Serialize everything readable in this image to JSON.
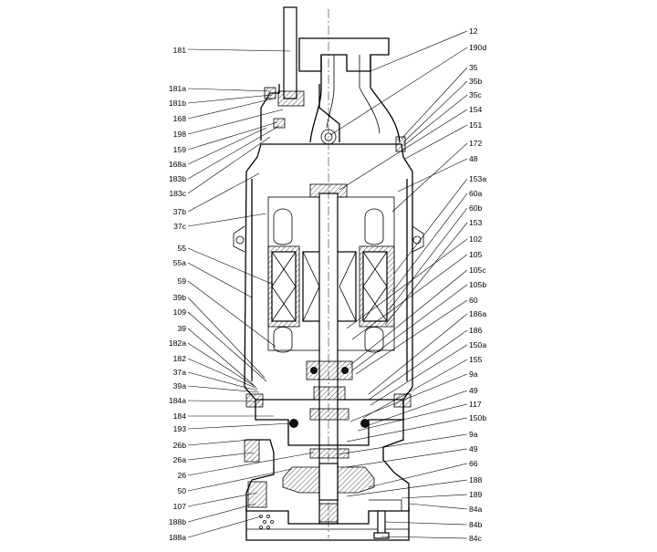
{
  "labels_left": [
    "181",
    "181a",
    "181b",
    "168",
    "198",
    "159",
    "168a",
    "183b",
    "183c",
    "37b",
    "37c",
    "55",
    "55a",
    "59",
    "39b",
    "109",
    "39",
    "182a",
    "182",
    "37a",
    "39a",
    "184a",
    "184",
    "193",
    "26b",
    "26a",
    "26",
    "50",
    "107",
    "188b",
    "188a"
  ],
  "labels_right": [
    "12",
    "190d",
    "35",
    "35b",
    "35c",
    "154",
    "151",
    "172",
    "48",
    "153a",
    "60a",
    "60b",
    "153",
    "102",
    "105",
    "105c",
    "105b",
    "60",
    "186a",
    "186",
    "150a",
    "155",
    "9a",
    "49",
    "117",
    "150b",
    "9a",
    "49",
    "66",
    "188",
    "189",
    "84a",
    "84b",
    "84c"
  ]
}
